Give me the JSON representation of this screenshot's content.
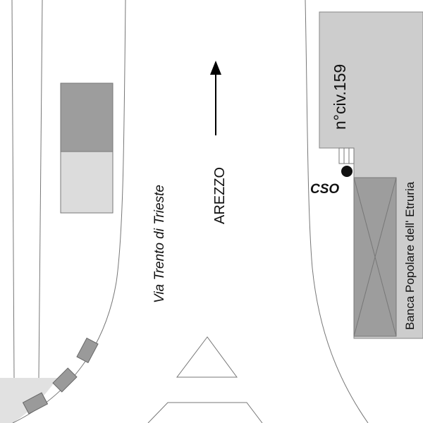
{
  "map": {
    "direction_label": "AREZZO",
    "street_label": "Via Trento di Trieste",
    "building_number_label": "n°civ.159",
    "bank_label": "Banca Popolare dell' Etruria",
    "marker_label": "CSO"
  },
  "colors": {
    "building_light": "#cdcdcd",
    "building_dark": "#9d9d9d",
    "pavement": "#e1e1e1",
    "car": "#9a9a9a",
    "line": "#777777"
  }
}
